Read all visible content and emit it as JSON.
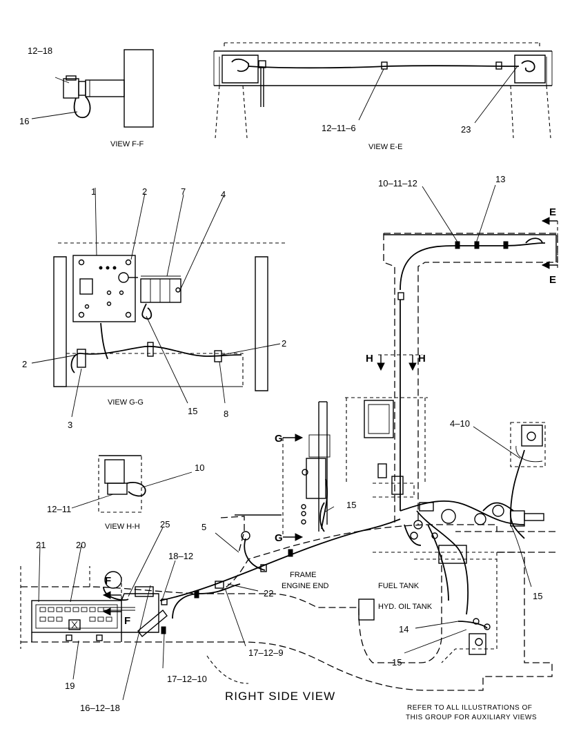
{
  "views": {
    "ff": "VIEW F-F",
    "ee": "VIEW E-E",
    "gg": "VIEW G-G",
    "hh": "VIEW H-H",
    "main": "RIGHT SIDE VIEW"
  },
  "callouts": {
    "c12_18": "12–18",
    "c16": "16",
    "c12_11_6": "12–11–6",
    "c23": "23",
    "c10_11_12": "10–11–12",
    "c13": "13",
    "c1": "1",
    "c2a": "2",
    "c7": "7",
    "c4": "4",
    "c2b": "2",
    "c2c": "2",
    "c3": "3",
    "c15a": "15",
    "c8": "8",
    "c10": "10",
    "c12_11": "12–11",
    "c25": "25",
    "c5": "5",
    "c15b": "15",
    "c4_10": "4–10",
    "c21": "21",
    "c20": "20",
    "c18_12": "18–12",
    "c22": "22",
    "c15c": "15",
    "c14": "14",
    "c15d": "15",
    "c19": "19",
    "c17_12_9": "17–12–9",
    "c17_12_10": "17–12–10",
    "c16_12_18": "16–12–18"
  },
  "sections": {
    "e_top": "E",
    "e_bot": "E",
    "h_left": "H",
    "h_right": "H",
    "g_top": "G",
    "g_bot": "G",
    "f_top": "F",
    "f_bot": "F"
  },
  "annotations": {
    "frame_1": "FRAME",
    "frame_2": "ENGINE END",
    "fuel_tank": "FUEL TANK",
    "hyd_tank": "HYD. OIL TANK"
  },
  "note": {
    "line1": "REFER TO ALL ILLUSTRATIONS OF",
    "line2": "THIS GROUP FOR AUXILIARY VIEWS"
  }
}
